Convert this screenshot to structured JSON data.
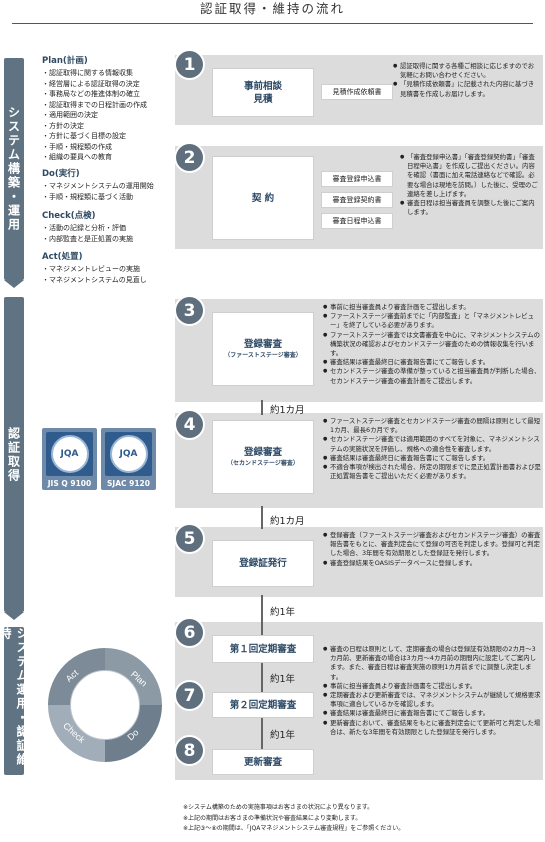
{
  "title": "認証取得・維持の流れ",
  "phases": {
    "build": "システム構築・運用",
    "acquire": "認証取得",
    "maintain": "システム運用・認証維持"
  },
  "pdca": {
    "plan": {
      "heading": "Plan(計画)",
      "items": [
        "・認証取得に関する情報収集",
        "・経営層による認証取得の決定",
        "・事務局などの推進体制の確立",
        "・認証取得までの日程計画の作成",
        "・適用範囲の決定",
        "・方針の決定",
        "・方針に基づく目標の設定",
        "・手順・規程類の作成",
        "・組織の要員への教育"
      ]
    },
    "do": {
      "heading": "Do(実行)",
      "items": [
        "・マネジメントシステムの運用開始",
        "・手順・規程類に基づく活動"
      ]
    },
    "check": {
      "heading": "Check(点検)",
      "items": [
        "・活動の記録と分析・評価",
        "・内部監査と是正処置の実施"
      ]
    },
    "act": {
      "heading": "Act(処置)",
      "items": [
        "・マネジメントレビューの実施",
        "・マネジメントシステムの見直し"
      ]
    }
  },
  "badges": [
    {
      "mark": "JQA",
      "label": "JIS Q 9100"
    },
    {
      "mark": "JQA",
      "label": "SJAC 9120"
    }
  ],
  "cycle": {
    "plan": "Plan",
    "do": "Do",
    "check": "Check",
    "act": "Act"
  },
  "steps": {
    "s1": {
      "num": "1",
      "title1": "事前相談",
      "title2": "見積",
      "docs": [
        "見積作成依頼書"
      ],
      "notes": [
        "認証取得に関する各種ご相談に応じますのでお気軽にお問い合わせください。",
        "「見積作成依頼書」に記載された内容に基づき見積書を作成しお届けします。"
      ]
    },
    "s2": {
      "num": "2",
      "title1": "契 約",
      "docs": [
        "審査登録申込書",
        "審査登録契約書",
        "審査日程申込書"
      ],
      "notes": [
        "「審査登録申込書」「審査登録契約書」「審査日程申込書」を作成しご提出ください。内容を確認（書面に加え電話連絡などで確認。必要な場合は現地を訪問。）した後に、受理のご連絡を差し上げます。",
        "審査日程は担当審査員を調整した後にご案内します。"
      ]
    },
    "s3": {
      "num": "3",
      "title1": "登録審査",
      "sub": "（ファーストステージ審査）",
      "notes": [
        "事前に担当審査員より審査計画をご提出します。",
        "ファーストステージ審査前までに「内部監査」と「マネジメントレビュー」を終了している必要があります。",
        "ファーストステージ審査では文書審査を中心に、マネジメントシステムの構築状況の確認およびセカンドステージ審査のための情報収集を行います。",
        "審査結果は審査最終日に審査報告書にてご報告します。",
        "セカンドステージ審査の準備が整っていると担当審査員が判断した場合、セカンドステージ審査の審査計画をご提出します。"
      ]
    },
    "s4": {
      "num": "4",
      "title1": "登録審査",
      "sub": "（セカンドステージ審査）",
      "notes": [
        "ファーストステージ審査とセカンドステージ審査の間隔は原則として最短1カ月、最長6カ月です。",
        "セカンドステージ審査では適用範囲のすべてを対象に、マネジメントシステムの実施状況を評価し、規格への適合性を審査します。",
        "審査結果は審査最終日に審査報告書にてご報告します。",
        "不適合事項が検出された場合、所定の期限までに是正処置計画書および是正処置報告書をご提出いただく必要があります。"
      ]
    },
    "s5": {
      "num": "5",
      "title1": "登録証発行",
      "notes": [
        "登録審査（ファーストステージ審査およびセカンドステージ審査）の審査報告書をもとに、審査判定会にて登録の可否を判定します。登録可と判定した場合、3年間を有効期限とした登録証を発行します。",
        "審査登録結果をOASISデータベースに登録します。"
      ]
    },
    "s6": {
      "num": "6",
      "title1": "第１回定期審査"
    },
    "s7": {
      "num": "7",
      "title1": "第２回定期審査"
    },
    "s8": {
      "num": "8",
      "title1": "更新審査"
    },
    "s678_notes": [
      "審査の日程は原則として、定期審査の場合は登録証有効期限の2カ月～3カ月前、更新審査の場合は3カ月～4カ月前の期間内に設定してご案内します。また、審査日程は審査実施の原則1カ月前までに調整し決定します。",
      "事前に担当審査員より審査計画書をご提出します。",
      "定期審査および更新審査では、マネジメントシステムが継続して規格要求事項に適合しているかを確認します。",
      "審査結果は審査最終日に審査報告書にてご報告します。",
      "更新審査において、審査結果をもとに審査判定会にて更新可と判定した場合は、新たな3年間を有効期限とした登録証を発行します。"
    ]
  },
  "connectors": {
    "c34": "約1カ月",
    "c45": "約1カ月",
    "c56": "約1年",
    "c67": "約1年",
    "c78": "約1年"
  },
  "footnotes": [
    "※システム構築のための実施事項はお客さまの状況により異なります。",
    "※上記の期間はお客さまの準備状況や審査結果により変動します。",
    "※上記③～⑧の期間は、「JQAマネジメントシステム審査規程」をご参照ください。"
  ]
}
